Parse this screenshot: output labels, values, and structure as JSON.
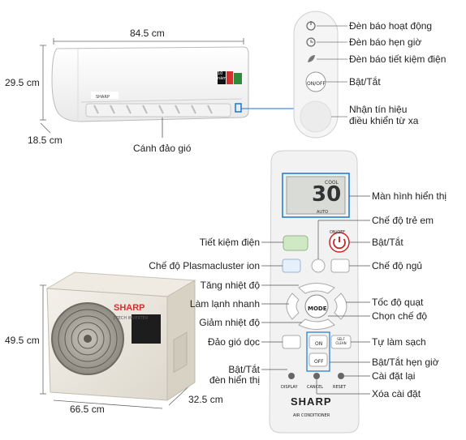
{
  "indoor": {
    "width": "84.5 cm",
    "height": "29.5 cm",
    "depth": "18.5 cm",
    "louver_label": "Cánh đảo gió",
    "brand": "SHARP",
    "badge": "10 năm"
  },
  "panel": {
    "labels": [
      "Đèn báo hoạt động",
      "Đèn báo hẹn giờ",
      "Đèn báo tiết kiệm điện",
      "Bật/Tắt",
      "Nhận tín hiệu",
      "điều khiển từ xa"
    ],
    "onoff_button": "ON/OFF"
  },
  "outdoor": {
    "height": "49.5 cm",
    "width": "66.5 cm",
    "depth": "32.5 cm",
    "brand": "SHARP",
    "subbrand": "J-TECH INVERTER"
  },
  "remote": {
    "left_labels": [
      "Tiết kiệm điện",
      "Chế độ Plasmacluster ion",
      "Tăng nhiệt độ",
      "Làm lạnh nhanh",
      "Giảm nhiệt độ",
      "Đảo gió dọc",
      "Bật/Tắt",
      "đèn hiển thị"
    ],
    "right_labels": [
      "Màn hình hiển thị",
      "Chế độ trẻ em",
      "Bật/Tắt",
      "Chế độ ngủ",
      "Tốc độ quạt",
      "Chọn chế độ",
      "Tự làm sạch",
      "Bật/Tắt hẹn giờ",
      "Cài đặt lại",
      "Xóa cài đặt"
    ],
    "display_temp": "30",
    "display_mode": "COOL",
    "display_auto": "AUTO",
    "btn_onoff": "ON/OFF",
    "btn_mode": "MODE",
    "btn_on": "ON",
    "btn_off": "OFF",
    "btn_self_clean": "SELF CLEAN",
    "bottom_display": "DISPLAY",
    "bottom_cancel": "CANCEL",
    "bottom_reset": "RESET",
    "brand": "SHARP",
    "subtitle": "AIR CONDITIONER"
  }
}
